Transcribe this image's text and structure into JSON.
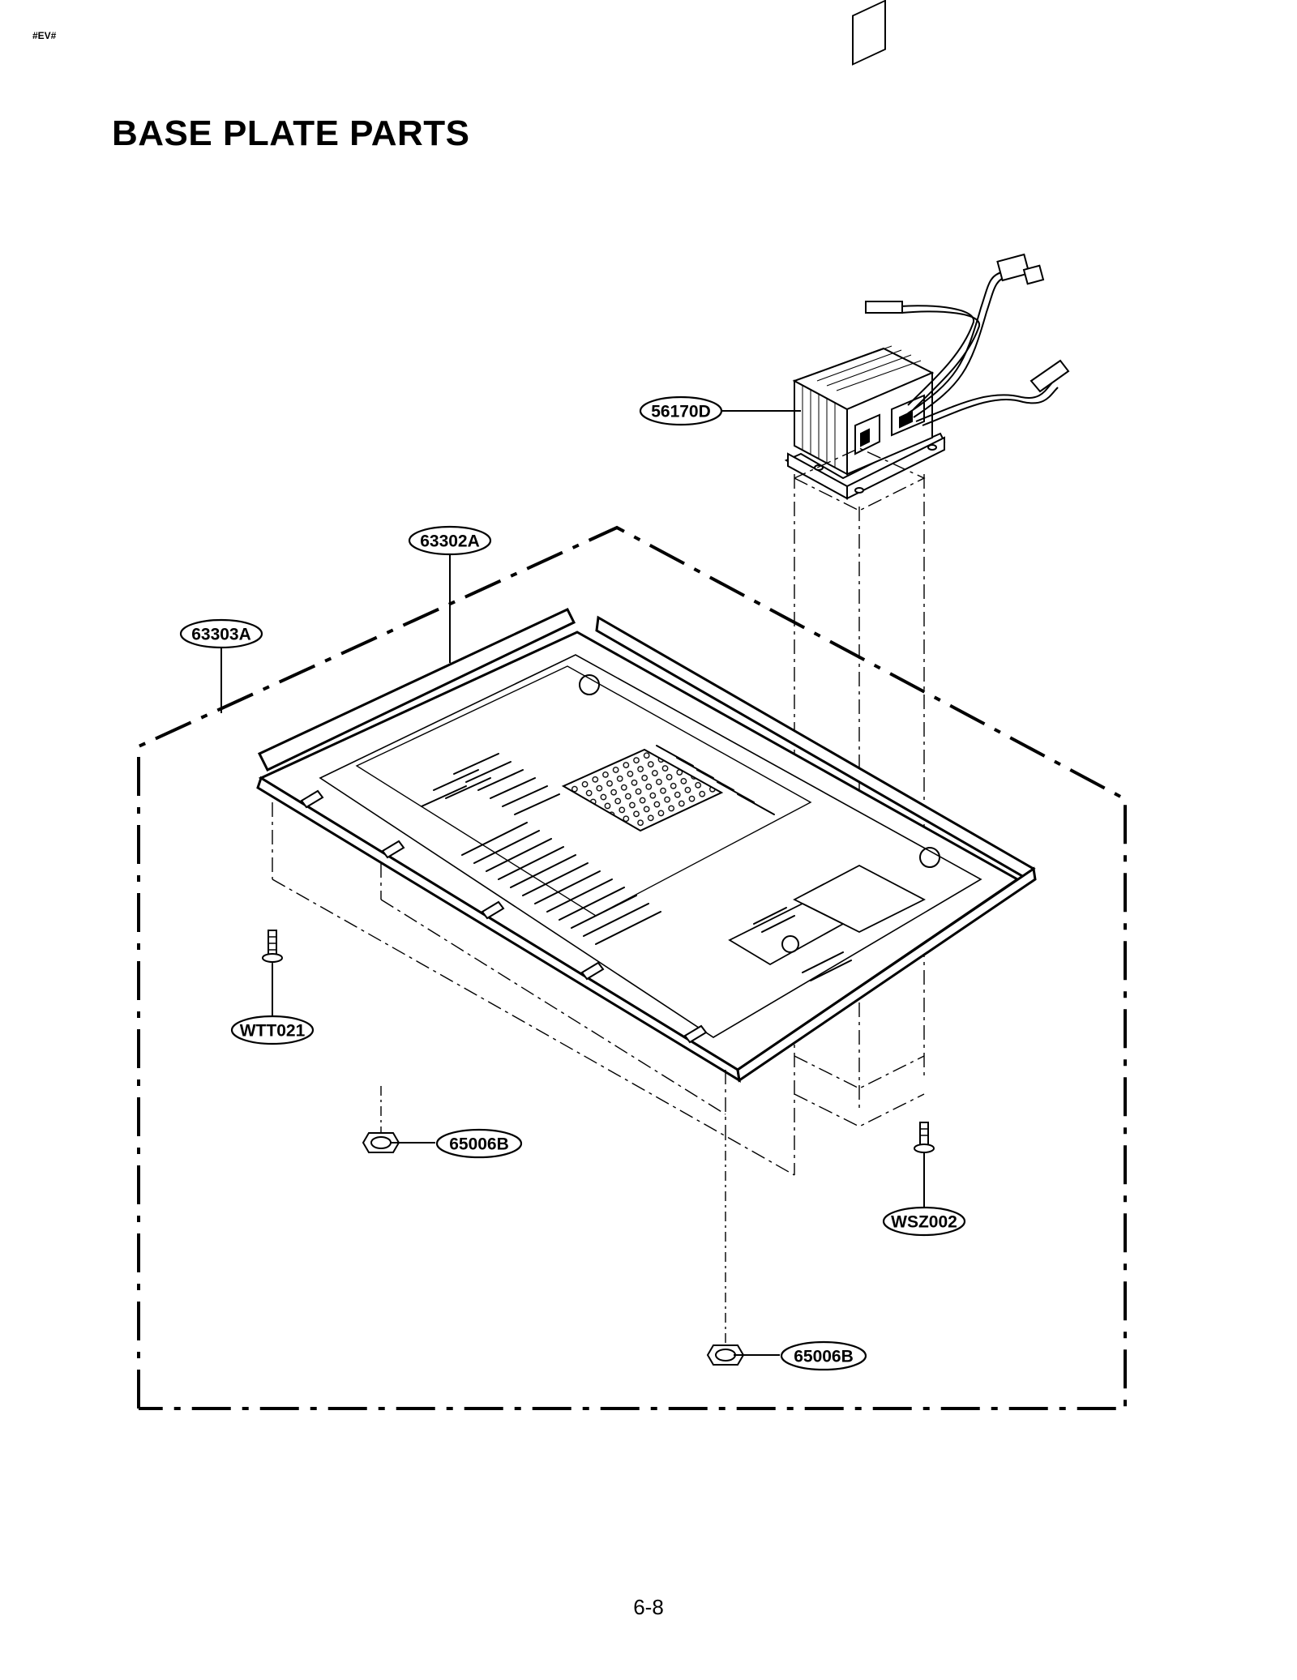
{
  "header": {
    "code": "#EV#"
  },
  "title": "BASE PLATE PARTS",
  "footer": {
    "page_number": "6-8"
  },
  "parts": {
    "transformer": "56170D",
    "base_plate": "63302A",
    "base_plate_assembly": "63303A",
    "screw_left": "WTT021",
    "foot_left": "65006B",
    "screw_right": "WSZ002",
    "foot_bottom": "65006B"
  },
  "colors": {
    "line": "#000000",
    "background": "#ffffff"
  }
}
